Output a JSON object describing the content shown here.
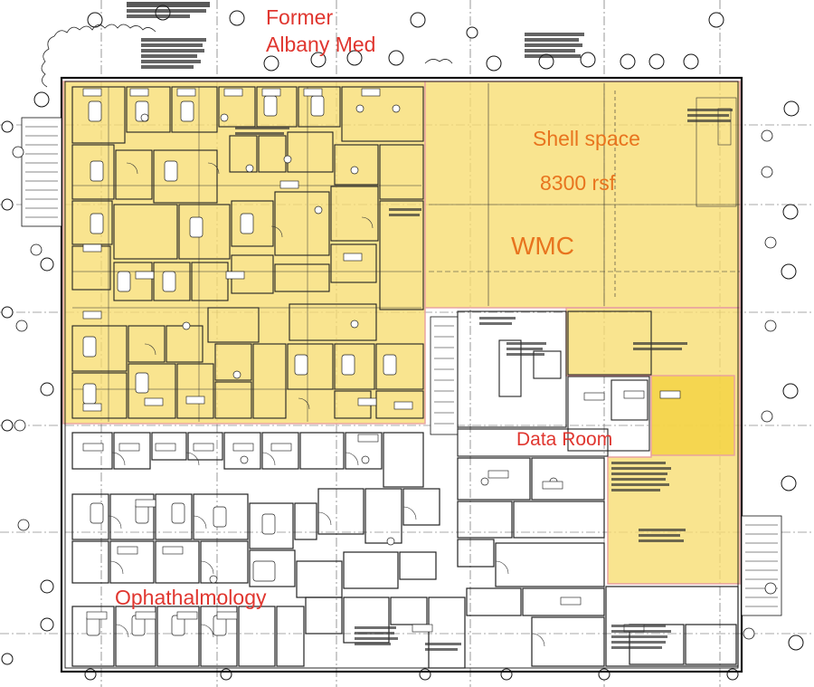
{
  "annotations": {
    "former_albany_line1": "Former",
    "former_albany_line2": "Albany Med",
    "shell_space": "Shell space",
    "area_rsf": "8300 rsf",
    "wmc": "WMC",
    "data_room": "Data Room",
    "ophthalmology": "Ophathalmology"
  },
  "colors": {
    "highlight_fill": "#f7dc6f",
    "highlight_outline": "#e8a0a0",
    "annotation_red": "#e0362f",
    "annotation_orange": "#e8741e",
    "linework": "#1a1a1a"
  },
  "zones": [
    {
      "name": "former-albany-med-zone",
      "label_key": "former_albany_line1"
    },
    {
      "name": "shell-space-zone",
      "label_key": "shell_space"
    },
    {
      "name": "data-room-zone",
      "label_key": "data_room"
    }
  ]
}
